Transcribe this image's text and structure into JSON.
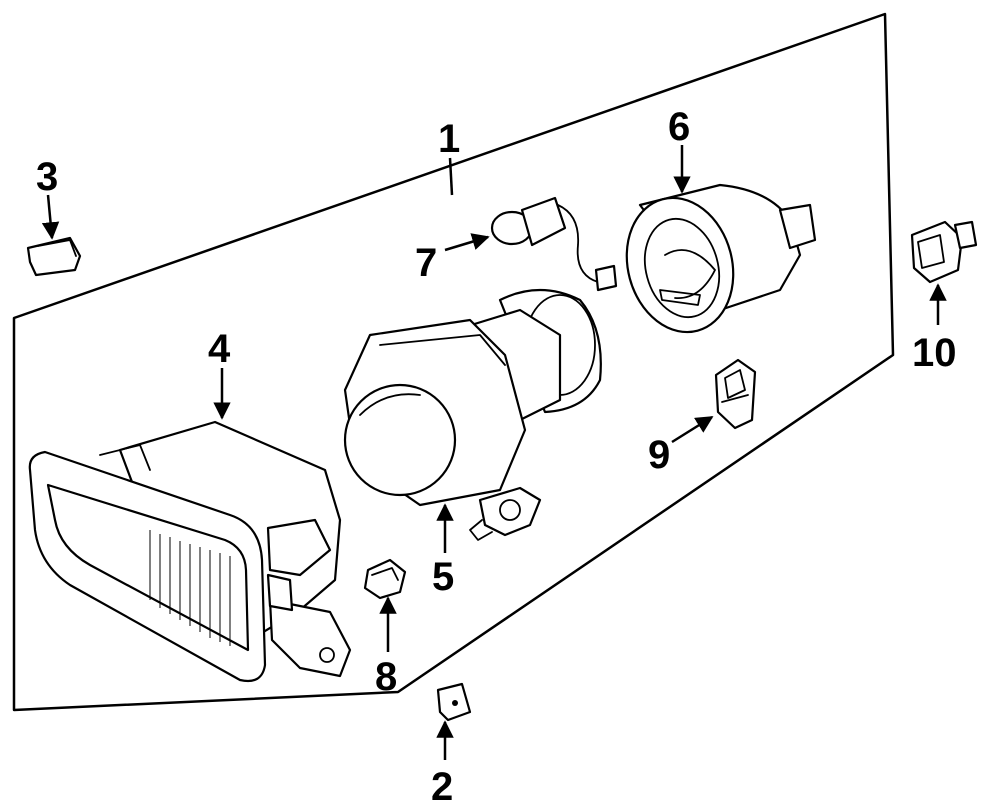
{
  "diagram": {
    "callouts": {
      "1": "1",
      "2": "2",
      "3": "3",
      "4": "4",
      "5": "5",
      "6": "6",
      "7": "7",
      "8": "8",
      "9": "9",
      "10": "10"
    },
    "parts": [
      "fog-lamp-assembly",
      "nut",
      "clip",
      "lens-housing",
      "projector-reflector",
      "bulb-socket-cover",
      "bulb",
      "bulb-retainer",
      "clip",
      "connector"
    ]
  }
}
